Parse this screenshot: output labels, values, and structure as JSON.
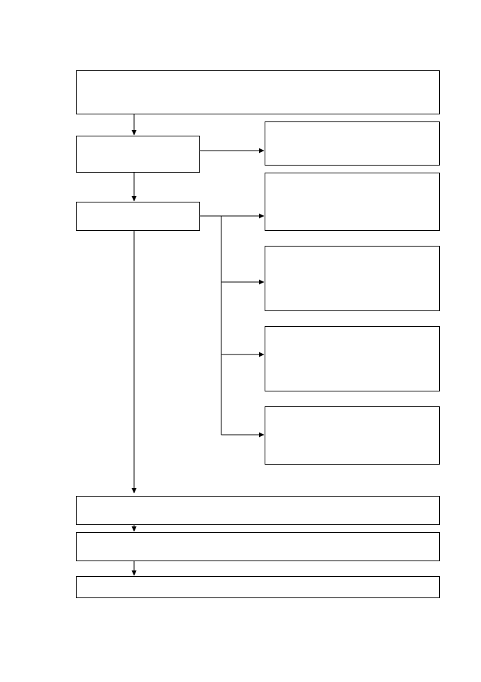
{
  "diagram": {
    "type": "flowchart",
    "colors": {
      "background": "#ffffff",
      "stroke": "#000000"
    },
    "nodes": [
      {
        "id": "n-top",
        "label": ""
      },
      {
        "id": "n-left-1",
        "label": ""
      },
      {
        "id": "n-right-1",
        "label": ""
      },
      {
        "id": "n-left-2",
        "label": ""
      },
      {
        "id": "n-right-2",
        "label": ""
      },
      {
        "id": "n-right-3",
        "label": ""
      },
      {
        "id": "n-right-4",
        "label": ""
      },
      {
        "id": "n-right-5",
        "label": ""
      },
      {
        "id": "n-bottom-1",
        "label": ""
      },
      {
        "id": "n-bottom-2",
        "label": ""
      },
      {
        "id": "n-bottom-3",
        "label": ""
      }
    ],
    "edges": [
      {
        "from": "n-top",
        "to": "n-left-1"
      },
      {
        "from": "n-left-1",
        "to": "n-right-1"
      },
      {
        "from": "n-left-1",
        "to": "n-left-2"
      },
      {
        "from": "n-left-2",
        "to": "n-right-2"
      },
      {
        "from": "n-left-2",
        "to": "n-right-3"
      },
      {
        "from": "n-left-2",
        "to": "n-right-4"
      },
      {
        "from": "n-left-2",
        "to": "n-right-5"
      },
      {
        "from": "n-left-2",
        "to": "n-bottom-1"
      },
      {
        "from": "n-bottom-1",
        "to": "n-bottom-2"
      },
      {
        "from": "n-bottom-2",
        "to": "n-bottom-3"
      }
    ]
  }
}
